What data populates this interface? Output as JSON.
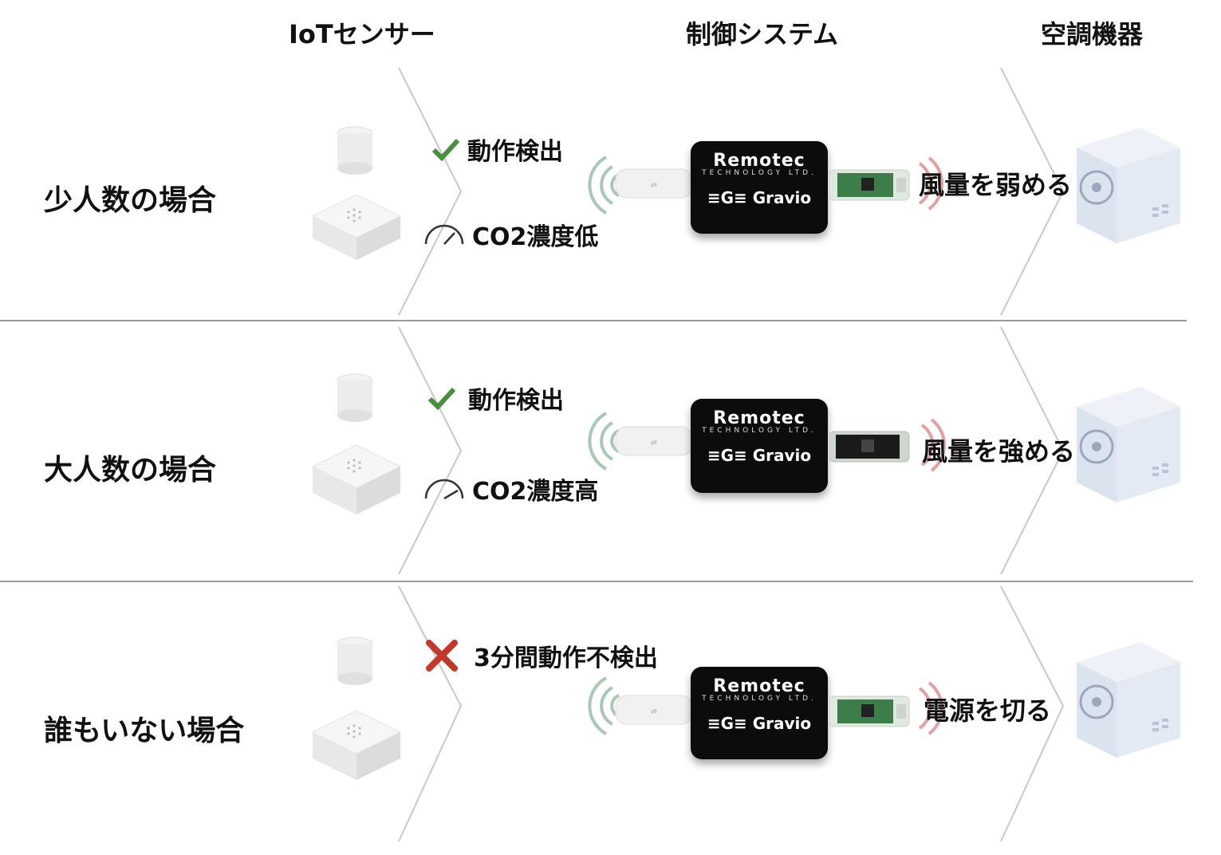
{
  "headers": {
    "sensor": "IoTセンサー",
    "control": "制御システム",
    "hvac": "空調機器"
  },
  "device": {
    "brand": "Remotec",
    "company": "TECHNOLOGY LTD.",
    "product": "Gravio"
  },
  "rows": [
    {
      "label": "少人数の場合",
      "conditions": [
        {
          "icon": "check-icon",
          "text": "動作検出"
        },
        {
          "icon": "gauge-icon",
          "text": "CO2濃度低"
        }
      ],
      "action": "風量を弱める"
    },
    {
      "label": "大人数の場合",
      "conditions": [
        {
          "icon": "check-icon",
          "text": "動作検出"
        },
        {
          "icon": "gauge-icon",
          "text": "CO2濃度高"
        }
      ],
      "action": "風量を強める"
    },
    {
      "label": "誰もいない場合",
      "conditions": [
        {
          "icon": "cross-icon",
          "text": "3分間動作不検出"
        }
      ],
      "action": "電源を切る"
    }
  ],
  "colors": {
    "check": "#4a8f3f",
    "cross": "#c0392b",
    "signal_green": "#a9c8b4",
    "signal_red": "#e2a0a0"
  }
}
